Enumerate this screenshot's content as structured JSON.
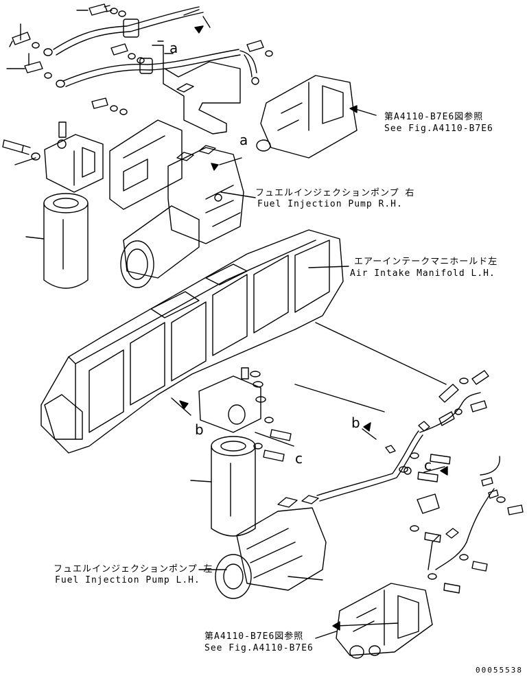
{
  "diagram": {
    "labels": {
      "see_fig_top_jp": "第A4110-B7E6図参照",
      "see_fig_top_en": "See Fig.A4110-B7E6",
      "pump_rh_jp": "フュエルインジェクションポンプ 右",
      "pump_rh_en": "Fuel Injection Pump R.H.",
      "manifold_jp": "エアーインテークマニホールド左",
      "manifold_en": "Air Intake Manifold L.H.",
      "pump_lh_jp": "フュエルインジェクションポンプ 左",
      "pump_lh_en": "Fuel Injection Pump L.H.",
      "see_fig_bot_jp": "第A4110-B7E6図参照",
      "see_fig_bot_en": "See Fig.A4110-B7E6"
    },
    "refs": {
      "a1": "a",
      "a2": "a",
      "b1": "b",
      "b2": "b",
      "c1": "c",
      "c2": "c"
    },
    "doc_number": "00055538"
  }
}
